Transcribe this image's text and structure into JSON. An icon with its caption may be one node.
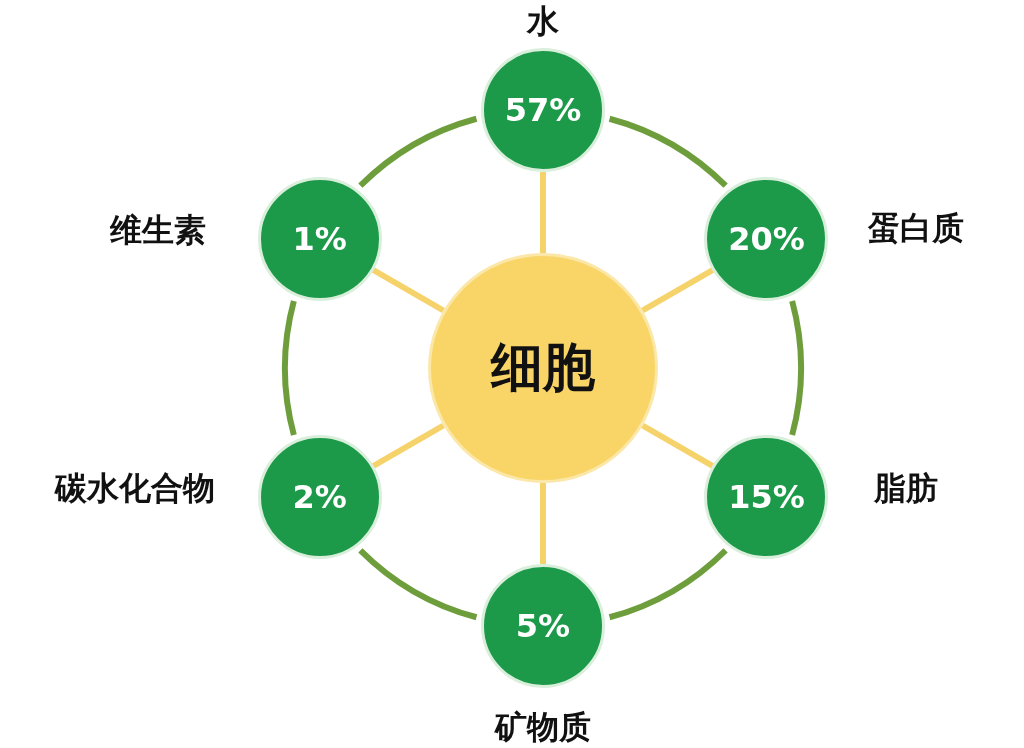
{
  "diagram": {
    "nodes": [
      {
        "text": [
          "细胞"
        ]
      },
      {
        "text": [
          "57%"
        ],
        "beside": [
          "水"
        ]
      },
      {
        "text": [
          "20%"
        ],
        "beside": [
          "蛋白质"
        ]
      },
      {
        "text": [
          "15%"
        ],
        "beside": [
          "脂肪"
        ]
      },
      {
        "text": [
          "5%"
        ],
        "beside": [
          "矿物质"
        ]
      },
      {
        "text": [
          "2%"
        ],
        "beside": [
          "碳水化合物"
        ]
      },
      {
        "text": [
          "1%"
        ],
        "beside": [
          "维生素"
        ]
      }
    ],
    "edges": [
      {
        "from": 0,
        "to": 1,
        "arrow": "none",
        "color": "#f6d36a"
      },
      {
        "from": 0,
        "to": 2,
        "arrow": "none",
        "color": "#f6d36a"
      },
      {
        "from": 0,
        "to": 3,
        "arrow": "none",
        "color": "#f6d36a"
      },
      {
        "from": 0,
        "to": 4,
        "arrow": "none",
        "color": "#f6d36a"
      },
      {
        "from": 0,
        "to": 5,
        "arrow": "none",
        "color": "#f6d36a"
      },
      {
        "from": 0,
        "to": 6,
        "arrow": "none",
        "color": "#f6d36a"
      },
      {
        "from": 1,
        "to": 2,
        "arrow": "none",
        "color": "#6e9e3c"
      },
      {
        "from": 2,
        "to": 3,
        "arrow": "none",
        "color": "#6e9e3c"
      },
      {
        "from": 3,
        "to": 4,
        "arrow": "none",
        "color": "#6e9e3c"
      },
      {
        "from": 4,
        "to": 5,
        "arrow": "none",
        "color": "#6e9e3c"
      },
      {
        "from": 5,
        "to": 6,
        "arrow": "none",
        "color": "#6e9e3c"
      },
      {
        "from": 6,
        "to": 1,
        "arrow": "none",
        "color": "#6e9e3c"
      }
    ]
  }
}
